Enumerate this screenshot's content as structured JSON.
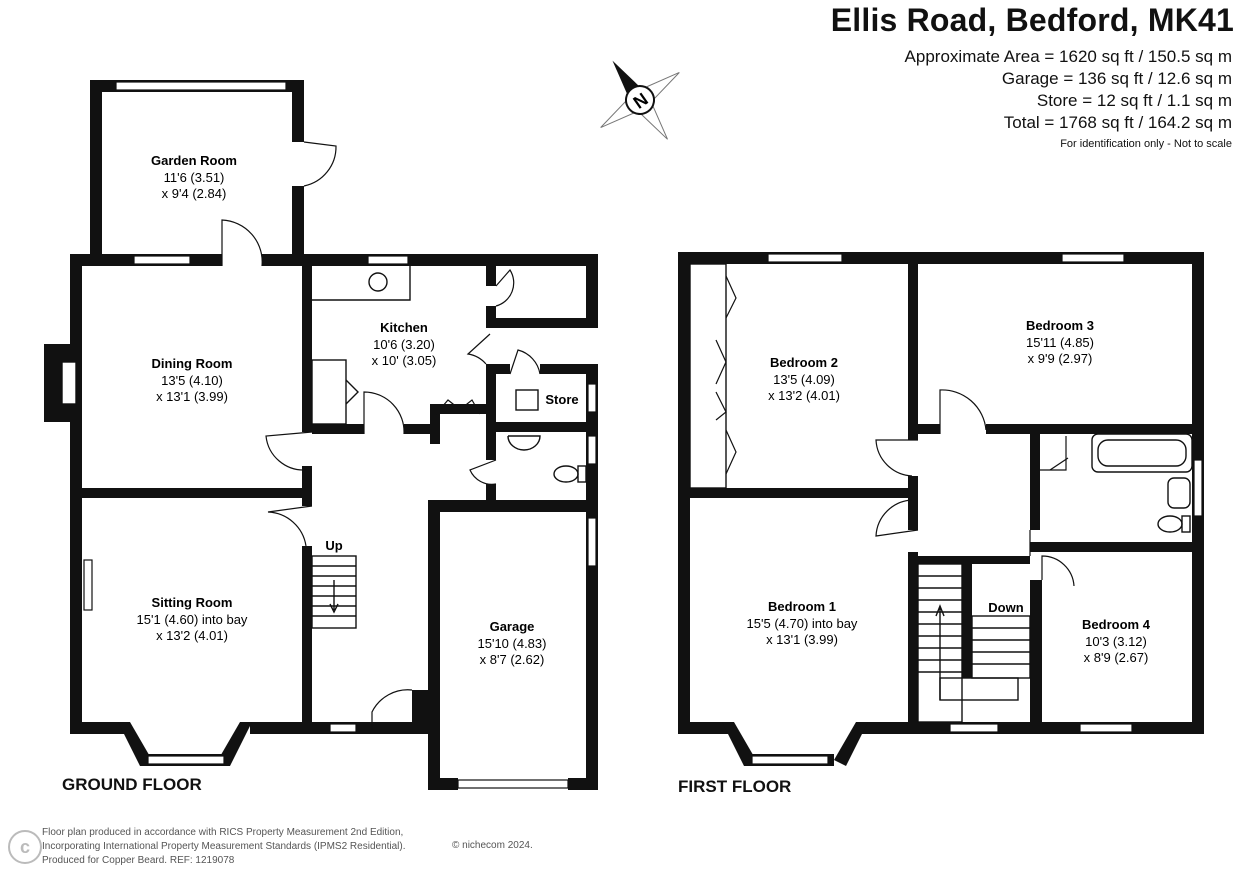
{
  "header": {
    "title": "Ellis Road, Bedford, MK41",
    "areas": [
      "Approximate Area = 1620 sq ft / 150.5 sq m",
      "Garage = 136 sq ft / 12.6 sq m",
      "Store = 12 sq ft / 1.1 sq m",
      "Total = 1768 sq ft / 164.2 sq m"
    ],
    "note": "For identification only - Not to scale"
  },
  "compass": {
    "label": "N"
  },
  "ground_floor": {
    "label": "GROUND FLOOR",
    "rooms": [
      {
        "name": "Garden Room",
        "dims": [
          "11'6 (3.51)",
          "x 9'4 (2.84)"
        ]
      },
      {
        "name": "Dining Room",
        "dims": [
          "13'5 (4.10)",
          "x 13'1 (3.99)"
        ]
      },
      {
        "name": "Kitchen",
        "dims": [
          "10'6 (3.20)",
          "x 10' (3.05)"
        ]
      },
      {
        "name": "Store",
        "dims": []
      },
      {
        "name": "Sitting Room",
        "dims": [
          "15'1 (4.60) into bay",
          "x 13'2 (4.01)"
        ]
      },
      {
        "name": "Garage",
        "dims": [
          "15'10 (4.83)",
          "x 8'7 (2.62)"
        ]
      }
    ],
    "stairs_label": "Up"
  },
  "first_floor": {
    "label": "FIRST FLOOR",
    "rooms": [
      {
        "name": "Bedroom 2",
        "dims": [
          "13'5 (4.09)",
          "x 13'2 (4.01)"
        ]
      },
      {
        "name": "Bedroom 3",
        "dims": [
          "15'11 (4.85)",
          "x 9'9 (2.97)"
        ]
      },
      {
        "name": "Bedroom 1",
        "dims": [
          "15'5 (4.70) into bay",
          "x 13'1 (3.99)"
        ]
      },
      {
        "name": "Bedroom 4",
        "dims": [
          "10'3 (3.12)",
          "x 8'9 (2.67)"
        ]
      }
    ],
    "stairs_label": "Down"
  },
  "footer": {
    "lines": [
      "Floor plan produced in accordance with RICS Property Measurement 2nd Edition,",
      "Incorporating International Property Measurement Standards (IPMS2 Residential).",
      "Produced for Copper Beard.   REF:  1219078"
    ],
    "copyright": "© nichecom 2024."
  }
}
